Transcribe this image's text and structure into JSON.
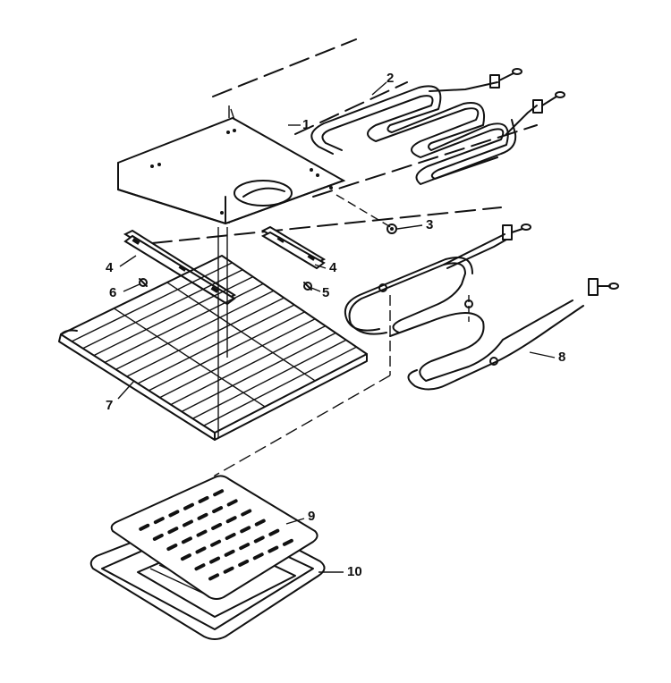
{
  "diagram": {
    "callouts": {
      "c1": "1",
      "c2": "2",
      "c3": "3",
      "c4_left": "4",
      "c4_right": "4",
      "c5": "5",
      "c6": "6",
      "c7": "7",
      "c8": "8",
      "c9": "9",
      "c10": "10"
    }
  }
}
